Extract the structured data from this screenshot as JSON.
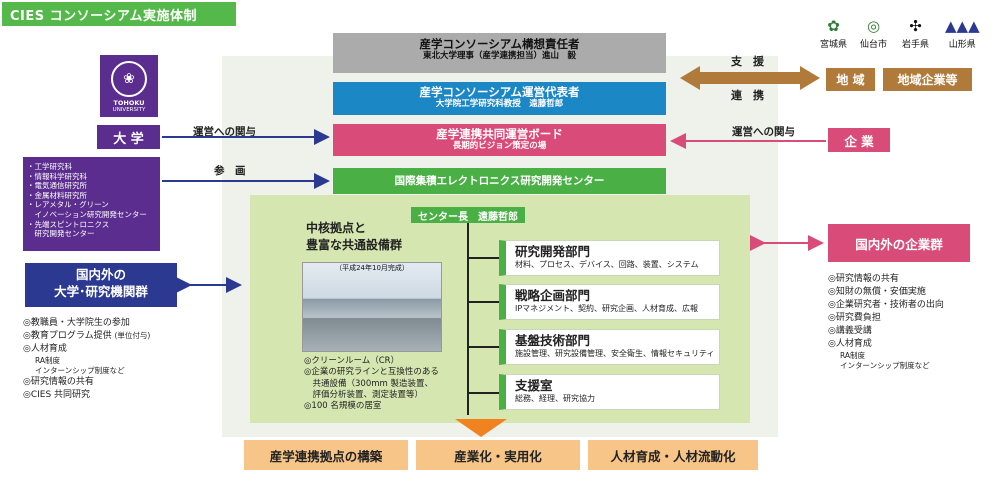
{
  "title": "CIES コンソーシアム実施体制",
  "top_bars": {
    "supervisor": {
      "l1": "産学コンソーシアム構想責任者",
      "l2": "東北大学理事（産学連携担当）進山　毅"
    },
    "representative": {
      "l1": "産学コンソーシアム運営代表者",
      "l2": "大学院工学研究科教授　遠藤哲郎"
    },
    "board": {
      "l1": "産学連携共同運営ボード",
      "l2": "長期的ビジョン策定の場"
    },
    "center": "国際集積エレクトロニクス研究開発センター"
  },
  "director": "センター長　遠藤哲郎",
  "departments": [
    {
      "name": "研究開発部門",
      "desc": "材料、プロセス、デバイス、回路、装置、システム"
    },
    {
      "name": "戦略企画部門",
      "desc": "IPマネジメント、契約、研究企画、人材育成、広報"
    },
    {
      "name": "基盤技術部門",
      "desc": "施設管理、研究設備管理、安全衛生、情報セキュリティ"
    },
    {
      "name": "支援室",
      "desc": "総務、経理、研究協力"
    }
  ],
  "facility": {
    "heading_l1": "中核拠点と",
    "heading_l2": "豊富な共通設備群",
    "photo_caption": "（平成24年10月完成）",
    "notes": [
      "◎クリーンルーム（CR）",
      "◎企業の研究ラインと互換性のある",
      "　共通設備（300mm 製造装置、",
      "　評価分析装置、測定装置等）",
      "◎100 名規模の居室"
    ]
  },
  "university": {
    "label": "大 学",
    "logo_text": "TOHOKU",
    "logo_sub": "UNIVERSITY",
    "institutes": [
      "・工学研究科",
      "・情報科学研究科",
      "・電気通信研究所",
      "・金属材料研究所",
      "・レアメタル・グリーン",
      "　イノベーション研究開発センター",
      "・先端スピントロニクス",
      "　研究開発センター"
    ],
    "group_l1": "国内外の",
    "group_l2": "大学･研究機関群",
    "notes": [
      "◎教職員・大学院生の参加",
      "◎教育プログラム提供",
      "◎人材育成",
      "◎研究情報の共有",
      "◎CIES 共同研究"
    ],
    "note_suffix": "(単位付与)",
    "hr_sub1": "RA制度",
    "hr_sub2": "インターンシップ制度など"
  },
  "labels": {
    "mgmt_left": "運営への関与",
    "participate": "参　画",
    "mgmt_right": "運営への関与",
    "support": "支　援",
    "cooperate": "連　携"
  },
  "region": {
    "prefs": [
      "宮城県",
      "仙台市",
      "岩手県",
      "山形県"
    ],
    "label": "地 域",
    "companies": "地域企業等"
  },
  "corporate": {
    "label": "企 業",
    "group": "国内外の企業群",
    "notes": [
      "◎研究情報の共有",
      "◎知財の無償・安価実施",
      "◎企業研究者・技術者の出向",
      "◎研究費負担",
      "◎講義受講",
      "◎人材育成"
    ],
    "hr_sub1": "RA制度",
    "hr_sub2": "インターンシップ制度など"
  },
  "outcomes": [
    "産学連携拠点の構築",
    "産業化・実用化",
    "人材育成・人材流動化"
  ],
  "colors": {
    "green": "#4ab045",
    "blue": "#1c87c5",
    "pink": "#d94c79",
    "purple": "#5b2d8e",
    "navy": "#2b3990",
    "brown": "#b07a3a",
    "orange": "#f6c587"
  }
}
